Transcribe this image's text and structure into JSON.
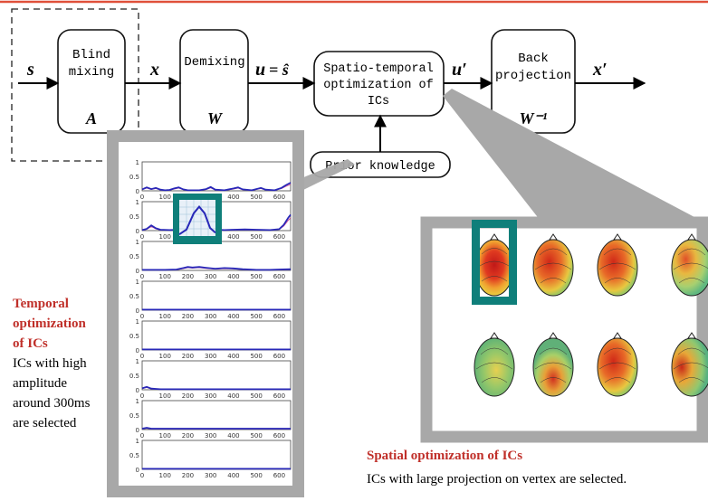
{
  "pipeline": {
    "input_label": "s",
    "mixing": {
      "title_line1": "Blind",
      "title_line2": "mixing",
      "symbol": "A"
    },
    "mixed_label": "x",
    "demixing": {
      "title": "Demixing",
      "symbol": "W"
    },
    "sources_label_lhs": "u",
    "sources_label_rhs": "= ŝ",
    "optimization": {
      "line1": "Spatio-temporal",
      "line2": "optimization of",
      "line3": "ICs"
    },
    "optimized_label": "u′",
    "backprojection": {
      "line1": "Back",
      "line2": "projection",
      "symbol": "W⁻¹"
    },
    "output_label": "x′",
    "prior": "Prior knowledge"
  },
  "temporal": {
    "title_line1": "Temporal",
    "title_line2": "optimization",
    "title_line3": "of ICs",
    "desc_line1": "ICs with high",
    "desc_line2": "amplitude",
    "desc_line3": "around 300ms",
    "desc_line4": "are selected"
  },
  "spatial": {
    "title": "Spatial optimization of ICs",
    "desc": "ICs with large projection on vertex are selected."
  },
  "plots": {
    "y_ticks": [
      "0",
      "0.5",
      "1"
    ],
    "x_ticks": [
      "0",
      "100",
      "200",
      "300",
      "400",
      "500",
      "600"
    ],
    "x_range": [
      0,
      650
    ],
    "y_range": [
      0,
      1
    ],
    "traces": [
      [
        [
          0,
          0.05
        ],
        [
          20,
          0.12
        ],
        [
          40,
          0.06
        ],
        [
          60,
          0.1
        ],
        [
          80,
          0.04
        ],
        [
          100,
          0.02
        ],
        [
          120,
          0.03
        ],
        [
          140,
          0.08
        ],
        [
          160,
          0.12
        ],
        [
          180,
          0.05
        ],
        [
          200,
          0.02
        ],
        [
          250,
          0.02
        ],
        [
          280,
          0.06
        ],
        [
          300,
          0.13
        ],
        [
          320,
          0.04
        ],
        [
          360,
          0.02
        ],
        [
          400,
          0.08
        ],
        [
          420,
          0.12
        ],
        [
          440,
          0.05
        ],
        [
          480,
          0.02
        ],
        [
          520,
          0.1
        ],
        [
          540,
          0.04
        ],
        [
          580,
          0.02
        ],
        [
          610,
          0.1
        ],
        [
          630,
          0.2
        ],
        [
          650,
          0.28
        ]
      ],
      [
        [
          0,
          0.02
        ],
        [
          20,
          0.06
        ],
        [
          40,
          0.18
        ],
        [
          60,
          0.08
        ],
        [
          80,
          0.03
        ],
        [
          120,
          0.02
        ],
        [
          160,
          0.03
        ],
        [
          200,
          0.05
        ],
        [
          230,
          0.18
        ],
        [
          260,
          0.35
        ],
        [
          280,
          0.22
        ],
        [
          300,
          0.08
        ],
        [
          330,
          0.03
        ],
        [
          360,
          0.02
        ],
        [
          400,
          0.03
        ],
        [
          450,
          0.04
        ],
        [
          500,
          0.03
        ],
        [
          560,
          0.02
        ],
        [
          600,
          0.05
        ],
        [
          620,
          0.2
        ],
        [
          640,
          0.45
        ],
        [
          650,
          0.55
        ]
      ],
      [
        [
          0,
          0.02
        ],
        [
          100,
          0.02
        ],
        [
          150,
          0.03
        ],
        [
          180,
          0.08
        ],
        [
          200,
          0.12
        ],
        [
          220,
          0.1
        ],
        [
          250,
          0.12
        ],
        [
          280,
          0.09
        ],
        [
          320,
          0.06
        ],
        [
          360,
          0.08
        ],
        [
          400,
          0.07
        ],
        [
          440,
          0.04
        ],
        [
          500,
          0.02
        ],
        [
          560,
          0.02
        ],
        [
          600,
          0.03
        ],
        [
          650,
          0.04
        ]
      ],
      [
        [
          0,
          0.02
        ],
        [
          650,
          0.02
        ]
      ],
      [
        [
          0,
          0.02
        ],
        [
          650,
          0.02
        ]
      ],
      [
        [
          0,
          0.05
        ],
        [
          20,
          0.1
        ],
        [
          40,
          0.04
        ],
        [
          80,
          0.02
        ],
        [
          650,
          0.02
        ]
      ],
      [
        [
          0,
          0.03
        ],
        [
          20,
          0.06
        ],
        [
          40,
          0.03
        ],
        [
          650,
          0.03
        ]
      ],
      [
        [
          0,
          0.02
        ],
        [
          650,
          0.02
        ]
      ]
    ],
    "zoom_trace": [
      [
        0,
        0.05
      ],
      [
        0.2,
        0.2
      ],
      [
        0.4,
        0.7
      ],
      [
        0.55,
        0.9
      ],
      [
        0.7,
        0.7
      ],
      [
        0.85,
        0.25
      ],
      [
        1,
        0.1
      ]
    ]
  },
  "colors": {
    "accent_rule": "#e0503a",
    "heading_red": "#c0302a",
    "callout_gray": "#a8a8a8",
    "teal_frame": "#0f7f7a",
    "trace_blue": "#2828b8",
    "trace_pink": "#d0509a"
  }
}
